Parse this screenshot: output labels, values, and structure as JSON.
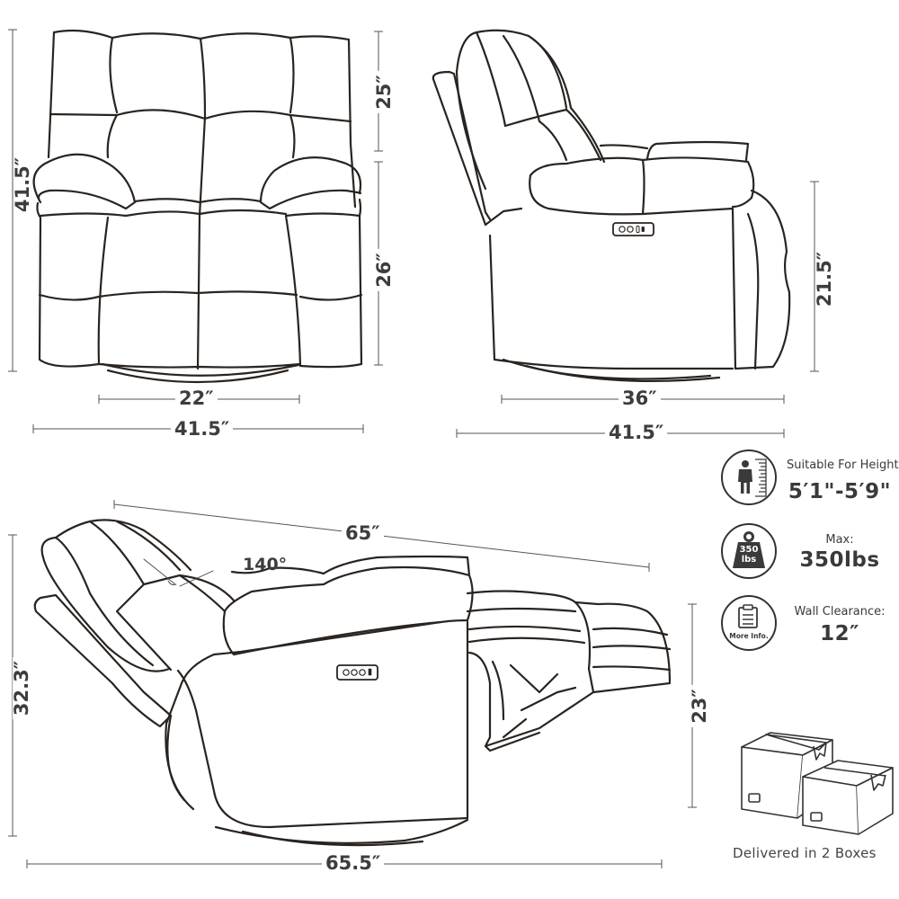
{
  "front_view": {
    "dimensions": {
      "total_height": "41.5″",
      "back_height": "25″",
      "seat_height": "26″",
      "seat_width": "22″",
      "total_width": "41.5″"
    }
  },
  "side_view": {
    "dimensions": {
      "arm_height": "21.5″",
      "seat_depth": "36″",
      "total_depth": "41.5″"
    },
    "control_panel_icon": "power-button-panel"
  },
  "reclined_view": {
    "dimensions": {
      "reclined_length": "65″",
      "recline_angle": "140°",
      "reclined_height": "32.3″",
      "footrest_height": "23″",
      "total_reclined_length": "65.5″"
    }
  },
  "specs": [
    {
      "icon": "person-height-icon",
      "label": "Suitable For Height",
      "value": "5′1\"-5′9\""
    },
    {
      "icon": "weight-icon",
      "icon_text": [
        "350",
        "lbs"
      ],
      "label": "Max:",
      "value": "350lbs"
    },
    {
      "icon": "clipboard-icon",
      "icon_text": [
        "More Info."
      ],
      "label": "Wall Clearance:",
      "value": "12″"
    }
  ],
  "delivery": {
    "icon": "boxes-icon",
    "caption": "Delivered in 2 Boxes"
  },
  "colors": {
    "line": "#2a2420",
    "text": "#3d3d3d",
    "dim_line": "#555555",
    "icon_fill": "#3a3a3a",
    "background": "#ffffff"
  }
}
